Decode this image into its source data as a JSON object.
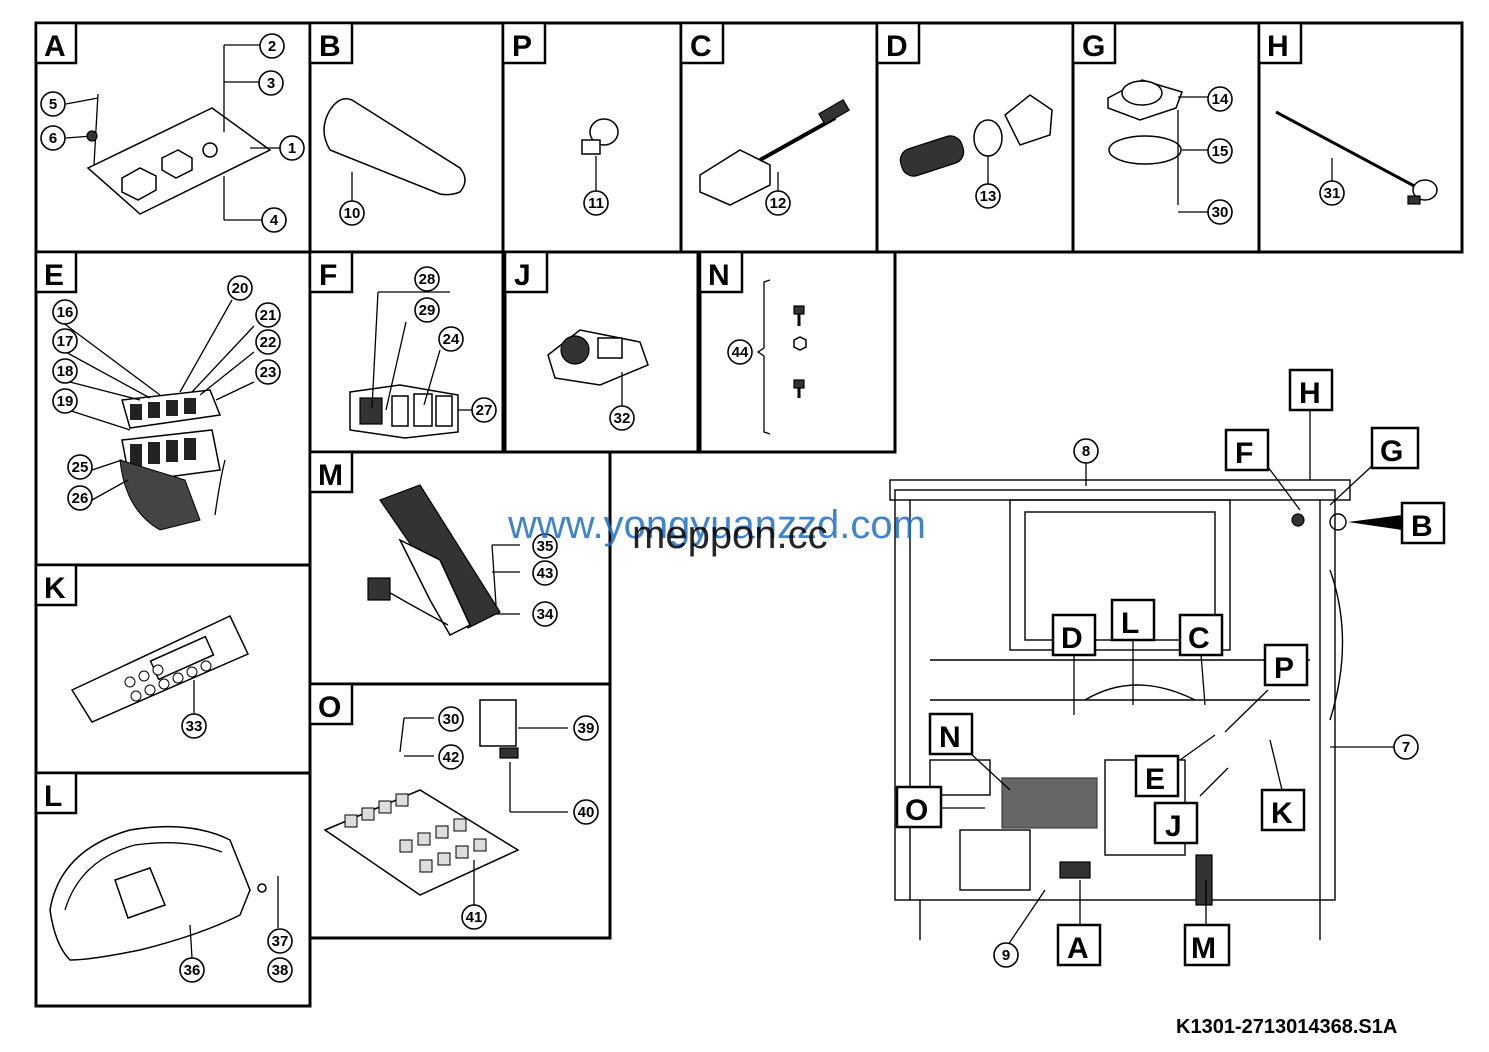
{
  "panels": {
    "A": {
      "label": "A",
      "callouts": [
        "2",
        "3",
        "5",
        "6",
        "1",
        "4"
      ]
    },
    "B": {
      "label": "B",
      "callouts": [
        "10"
      ]
    },
    "P": {
      "label": "P",
      "callouts": [
        "11"
      ]
    },
    "C": {
      "label": "C",
      "callouts": [
        "12"
      ]
    },
    "D": {
      "label": "D",
      "callouts": [
        "13"
      ]
    },
    "G": {
      "label": "G",
      "callouts": [
        "14",
        "15",
        "30"
      ]
    },
    "H": {
      "label": "H",
      "callouts": [
        "31"
      ]
    },
    "E": {
      "label": "E",
      "callouts": [
        "20",
        "16",
        "21",
        "17",
        "22",
        "18",
        "23",
        "19",
        "25",
        "26"
      ]
    },
    "F": {
      "label": "F",
      "callouts": [
        "28",
        "29",
        "24",
        "27"
      ]
    },
    "J": {
      "label": "J",
      "callouts": [
        "32"
      ]
    },
    "N": {
      "label": "N",
      "callouts": [
        "44"
      ]
    },
    "M": {
      "label": "M",
      "callouts": [
        "35",
        "43",
        "34"
      ]
    },
    "K": {
      "label": "K",
      "callouts": [
        "33"
      ]
    },
    "O": {
      "label": "O",
      "callouts": [
        "30",
        "39",
        "42",
        "40",
        "41"
      ]
    },
    "L": {
      "label": "L",
      "callouts": [
        "37",
        "38",
        "36"
      ]
    }
  },
  "overview": {
    "tags": [
      "H",
      "F",
      "G",
      "B",
      "D",
      "L",
      "C",
      "P",
      "N",
      "E",
      "O",
      "J",
      "K",
      "A",
      "M"
    ],
    "callouts": [
      "8",
      "7",
      "9"
    ]
  },
  "watermark": {
    "line1": "www.yongyuanzzd.com",
    "line2": "meppon.cc"
  },
  "reference": "K1301-2713014368.S1A"
}
